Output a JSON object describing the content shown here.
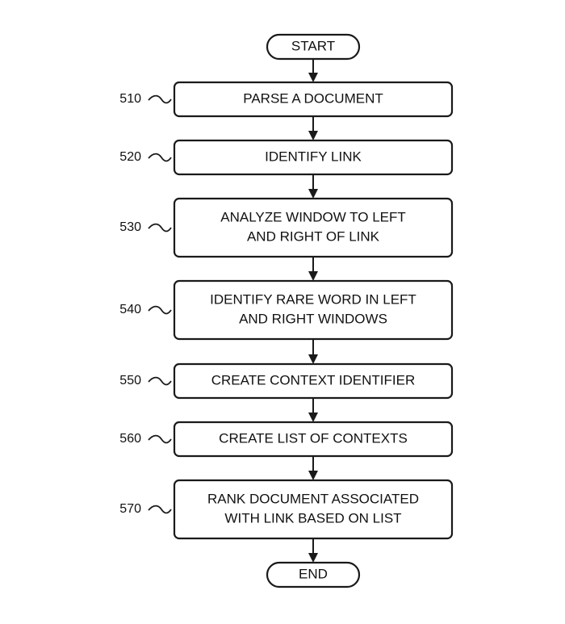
{
  "flowchart": {
    "start_label": "START",
    "end_label": "END",
    "steps": [
      {
        "ref": "510",
        "lines": [
          "PARSE A DOCUMENT"
        ]
      },
      {
        "ref": "520",
        "lines": [
          "IDENTIFY LINK"
        ]
      },
      {
        "ref": "530",
        "lines": [
          "ANALYZE WINDOW TO LEFT",
          "AND RIGHT OF LINK"
        ]
      },
      {
        "ref": "540",
        "lines": [
          "IDENTIFY RARE WORD IN LEFT",
          "AND RIGHT WINDOWS"
        ]
      },
      {
        "ref": "550",
        "lines": [
          "CREATE CONTEXT IDENTIFIER"
        ]
      },
      {
        "ref": "560",
        "lines": [
          "CREATE LIST OF CONTEXTS"
        ]
      },
      {
        "ref": "570",
        "lines": [
          "RANK DOCUMENT ASSOCIATED",
          "WITH LINK BASED ON LIST"
        ]
      }
    ]
  }
}
